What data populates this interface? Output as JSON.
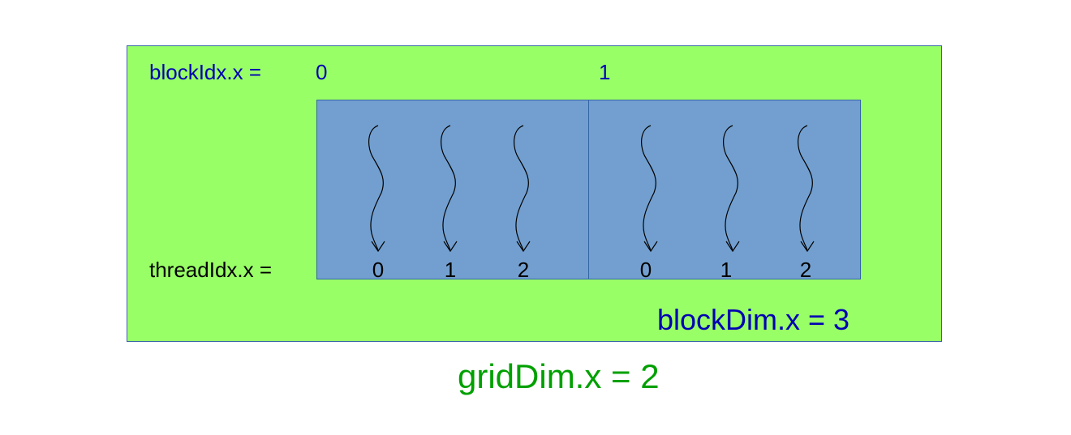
{
  "grid": {
    "blockIdx_label": "blockIdx.x =",
    "blocks": [
      {
        "index": "0",
        "threads": [
          "0",
          "1",
          "2"
        ]
      },
      {
        "index": "1",
        "threads": [
          "0",
          "1",
          "2"
        ]
      }
    ],
    "threadIdx_label": "threadIdx.x =",
    "blockDim_label": "blockDim.x = 3",
    "gridDim_label": "gridDim.x = 2"
  },
  "colors": {
    "grid_fill": "#99ff66",
    "block_fill": "#729fcf",
    "border": "#3465a4",
    "blue_text": "#0000b3",
    "green_text": "#00a000"
  },
  "icons": {
    "thread": "wavy-arrow-icon"
  }
}
